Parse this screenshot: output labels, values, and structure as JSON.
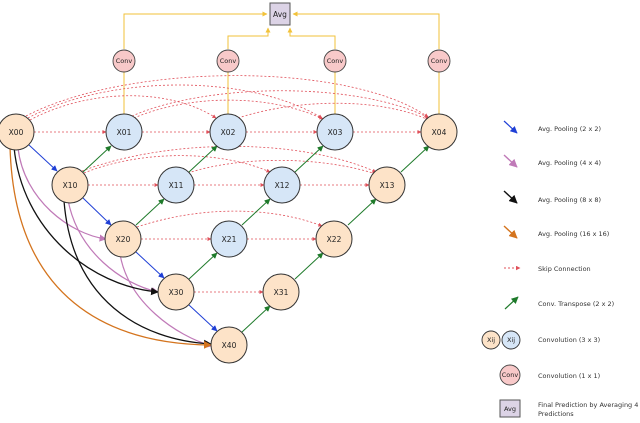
{
  "nodes": [
    {
      "id": "x00",
      "label": "X00",
      "color": "orange"
    },
    {
      "id": "x10",
      "label": "X10",
      "color": "orange"
    },
    {
      "id": "x20",
      "label": "X20",
      "color": "orange"
    },
    {
      "id": "x30",
      "label": "X30",
      "color": "orange"
    },
    {
      "id": "x40",
      "label": "X40",
      "color": "orange"
    },
    {
      "id": "x01",
      "label": "X01",
      "color": "blue"
    },
    {
      "id": "x11",
      "label": "X11",
      "color": "blue"
    },
    {
      "id": "x21",
      "label": "X21",
      "color": "blue"
    },
    {
      "id": "x31",
      "label": "X31",
      "color": "orange"
    },
    {
      "id": "x02",
      "label": "X02",
      "color": "blue"
    },
    {
      "id": "x12",
      "label": "X12",
      "color": "blue"
    },
    {
      "id": "x22",
      "label": "X22",
      "color": "orange"
    },
    {
      "id": "x03",
      "label": "X03",
      "color": "blue"
    },
    {
      "id": "x13",
      "label": "X13",
      "color": "orange"
    },
    {
      "id": "x04",
      "label": "X04",
      "color": "orange"
    }
  ],
  "conv_nodes": [
    {
      "id": "c1",
      "label": "Conv"
    },
    {
      "id": "c2",
      "label": "Conv"
    },
    {
      "id": "c3",
      "label": "Conv"
    },
    {
      "id": "c4",
      "label": "Conv"
    }
  ],
  "avg_box": {
    "label": "Avg"
  },
  "colors": {
    "orange_fill": "#fde3c8",
    "blue_fill": "#d6e6f7",
    "conv_fill": "#f8c9c9",
    "avg_fill": "#dcd3e6",
    "pool2": "#1f3fd6",
    "pool4": "#c07ab8",
    "pool8": "#111111",
    "pool16": "#d4741e",
    "skip": "#e0505a",
    "transpose": "#1e7a2a",
    "avg_line": "#f2c23a"
  },
  "legend": {
    "pool2": "Avg. Pooling (2 x 2)",
    "pool4": "Avg. Pooling (4 x 4)",
    "pool8": "Avg. Pooling (8 x 8)",
    "pool16": "Avg. Pooling (16 x 16)",
    "skip": "Skip Connection",
    "transpose": "Conv. Transpose (2 x 2)",
    "conv33": "Convolution (3 x 3)",
    "conv11": "Convolution (1 x 1)",
    "avg_line1": "Final Prediction by Averaging 4",
    "avg_line2": "Predictions",
    "node_sample": "Xij",
    "conv_sample": "Conv",
    "avg_sample": "Avg"
  }
}
